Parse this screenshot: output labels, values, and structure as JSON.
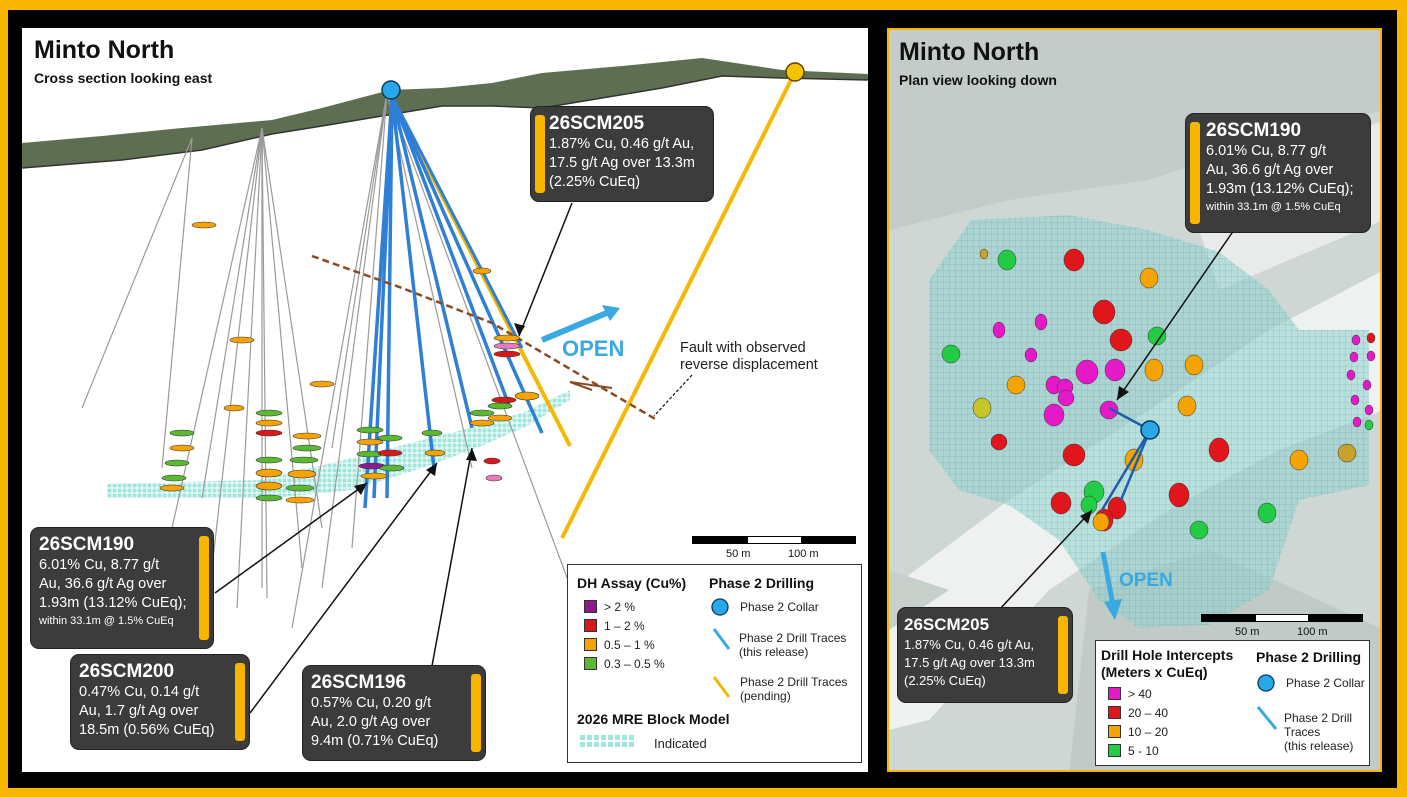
{
  "left": {
    "title": "Minto North",
    "subtitle": "Cross section looking east",
    "open_label": "OPEN",
    "fault_label_1": "Fault with observed",
    "fault_label_2": "reverse displacement",
    "scale": {
      "label_a": "50 m",
      "label_b": "100 m"
    },
    "callouts": {
      "c205": {
        "id": "26SCM205",
        "l1": "1.87% Cu, 0.46 g/t Au,",
        "l2": "17.5 g/t Ag over 13.3m",
        "l3": "(2.25% CuEq)"
      },
      "c190": {
        "id": "26SCM190",
        "l1": "6.01% Cu, 8.77 g/t",
        "l2": "Au, 36.6 g/t Ag over",
        "l3": "1.93m (13.12% CuEq);",
        "note": "within 33.1m @ 1.5% CuEq"
      },
      "c200": {
        "id": "26SCM200",
        "l1": "0.47% Cu, 0.14 g/t",
        "l2": "Au, 1.7 g/t Ag over",
        "l3": "18.5m (0.56% CuEq)"
      },
      "c196": {
        "id": "26SCM196",
        "l1": "0.57% Cu, 0.20 g/t",
        "l2": "Au, 2.0 g/t Ag over",
        "l3": "9.4m (0.71% CuEq)"
      }
    },
    "legend": {
      "assay_title": "DH Assay (Cu%)",
      "assay": [
        "> 2 %",
        "1 – 2 %",
        "0.5 – 1 %",
        "0.3 – 0.5 %"
      ],
      "assay_colors": [
        "#8b1a8b",
        "#d7191c",
        "#f5a300",
        "#5ab832"
      ],
      "drill_title": "Phase 2 Drilling",
      "collar": "Phase 2 Collar",
      "traces_release_1": "Phase 2 Drill Traces",
      "traces_release_2": "(this release)",
      "traces_pending_1": "Phase 2 Drill Traces",
      "traces_pending_2": "(pending)",
      "block_title": "2026 MRE Block Model",
      "block_indicated": "Indicated"
    }
  },
  "right": {
    "title": "Minto North",
    "subtitle": "Plan view looking down",
    "open_label": "OPEN",
    "scale": {
      "label_a": "50 m",
      "label_b": "100 m"
    },
    "callouts": {
      "c190": {
        "id": "26SCM190",
        "l1": "6.01% Cu, 8.77 g/t",
        "l2": "Au, 36.6 g/t Ag over",
        "l3": "1.93m (13.12% CuEq);",
        "note": "within 33.1m @ 1.5% CuEq"
      },
      "c205": {
        "id": "26SCM205",
        "l1": "1.87% Cu, 0.46 g/t Au,",
        "l2": "17.5 g/t Ag over 13.3m",
        "l3": "(2.25% CuEq)"
      }
    },
    "legend": {
      "intercept_title_1": "Drill Hole Intercepts",
      "intercept_title_2": "(Meters x CuEq)",
      "intercepts": [
        "> 40",
        "20 – 40",
        "10 – 20",
        "5 - 10"
      ],
      "intercept_colors": [
        "#e619c8",
        "#e0161c",
        "#f5a300",
        "#22cc44"
      ],
      "drill_title": "Phase 2 Drilling",
      "collar": "Phase 2 Collar",
      "traces_1": "Phase 2 Drill",
      "traces_2": "Traces",
      "traces_3": "(this release)"
    }
  }
}
